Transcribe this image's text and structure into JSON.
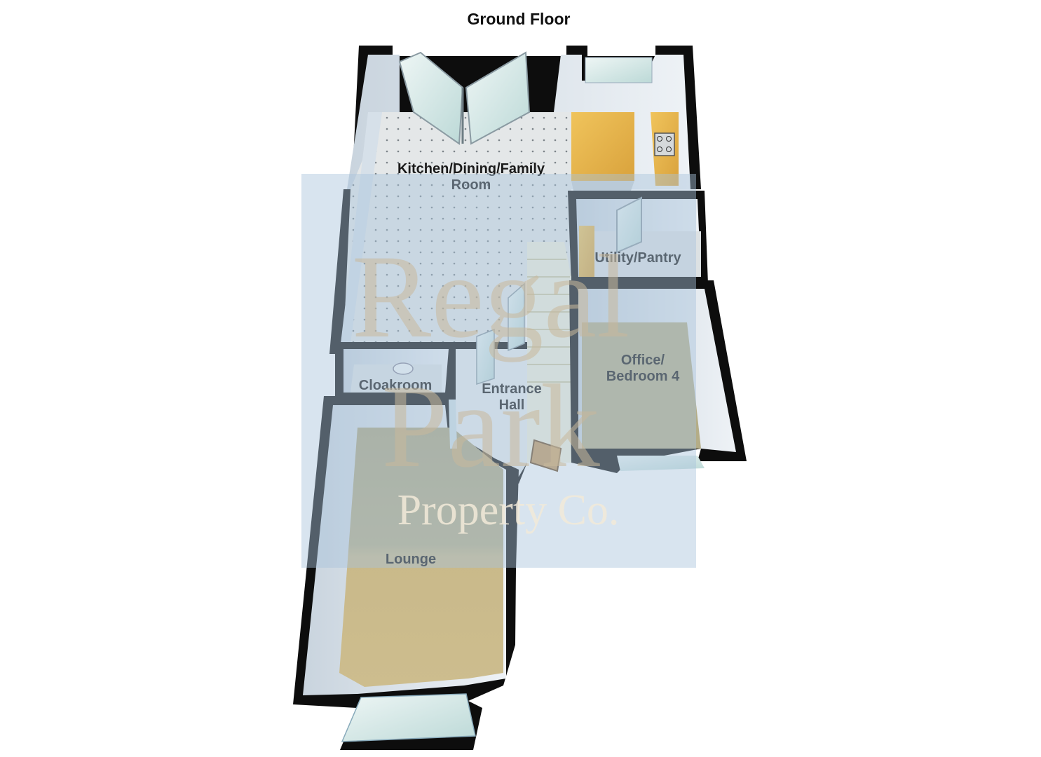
{
  "floor_title": "Ground Floor",
  "rooms": {
    "kitchen": [
      "Kitchen/Dining/Family",
      "Room"
    ],
    "utility": "Utility/Pantry",
    "office": [
      "Office/",
      "Bedroom 4"
    ],
    "cloakroom": "Cloakroom",
    "entrance": [
      "Entrance",
      "Hall"
    ],
    "lounge": "Lounge"
  },
  "watermark": {
    "line1": "Regal",
    "line2": "Park",
    "line3": "Property Co."
  },
  "colors": {
    "wall": "#0d0d0d",
    "wall_inner": "#dfe7ef",
    "tile_floor": "#e2e5e6",
    "carpet": "#b9b08a",
    "carpet_light": "#cbbd8c",
    "worktop": "#e2b24a",
    "glass": "#cfe7e5",
    "watermark_panel": "#a9c3dc"
  }
}
